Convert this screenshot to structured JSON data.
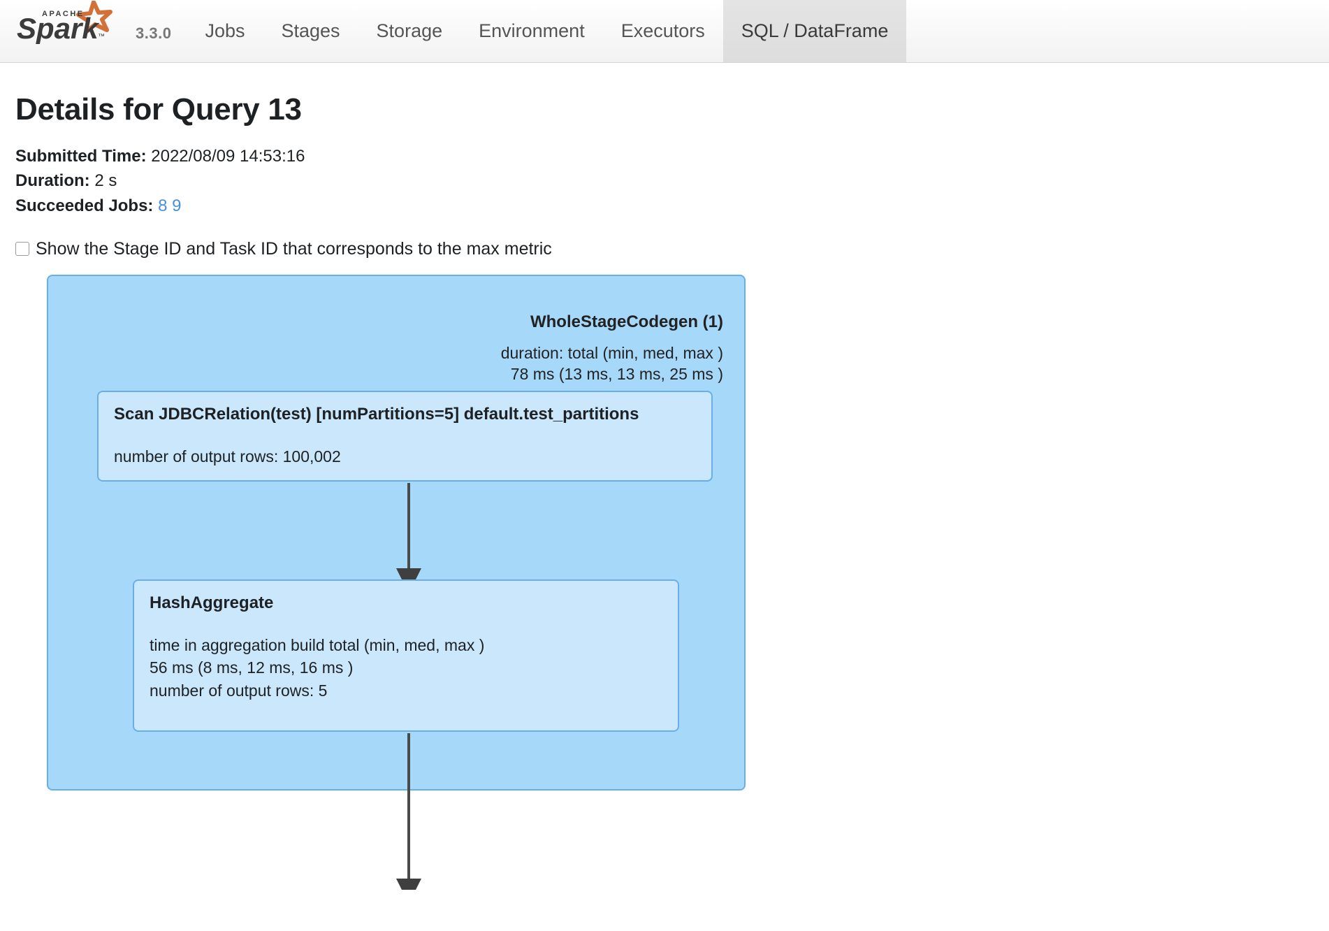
{
  "navbar": {
    "logo_alt": "Apache Spark",
    "logo_apache_text": "APACHE",
    "logo_spark_text": "Spark",
    "version": "3.3.0",
    "tabs": [
      {
        "label": "Jobs",
        "active": false
      },
      {
        "label": "Stages",
        "active": false
      },
      {
        "label": "Storage",
        "active": false
      },
      {
        "label": "Environment",
        "active": false
      },
      {
        "label": "Executors",
        "active": false
      },
      {
        "label": "SQL / DataFrame",
        "active": true
      }
    ]
  },
  "page": {
    "title": "Details for Query 13",
    "meta": {
      "submitted_time_label": "Submitted Time:",
      "submitted_time_value": "2022/08/09 14:53:16",
      "duration_label": "Duration:",
      "duration_value": "2 s",
      "succeeded_jobs_label": "Succeeded Jobs:",
      "succeeded_jobs": [
        "8",
        "9"
      ]
    },
    "checkbox": {
      "label": "Show the Stage ID and Task ID that corresponds to the max metric",
      "checked": false
    }
  },
  "dag": {
    "cluster": {
      "title": "WholeStageCodegen (1)",
      "metrics_line1": "duration: total (min, med, max )",
      "metrics_line2": "78 ms (13 ms, 13 ms, 25 ms )"
    },
    "nodes": [
      {
        "id": "scan",
        "title": "Scan JDBCRelation(test) [numPartitions=5] default.test_partitions",
        "metrics": [
          "number of output rows: 100,002"
        ]
      },
      {
        "id": "hashaggregate",
        "title": "HashAggregate",
        "metrics": [
          "time in aggregation build total (min, med, max )",
          "56 ms (8 ms, 12 ms, 16 ms )",
          "number of output rows: 5"
        ]
      }
    ]
  },
  "colors": {
    "cluster_fill": "#a6d8fa",
    "cluster_border": "#6aaee8",
    "node_fill": "#cbe7fb",
    "node_border": "#6aaee8",
    "edge": "#4a4a4a",
    "link": "#4a90d9",
    "logo_star": "#d2703a"
  }
}
